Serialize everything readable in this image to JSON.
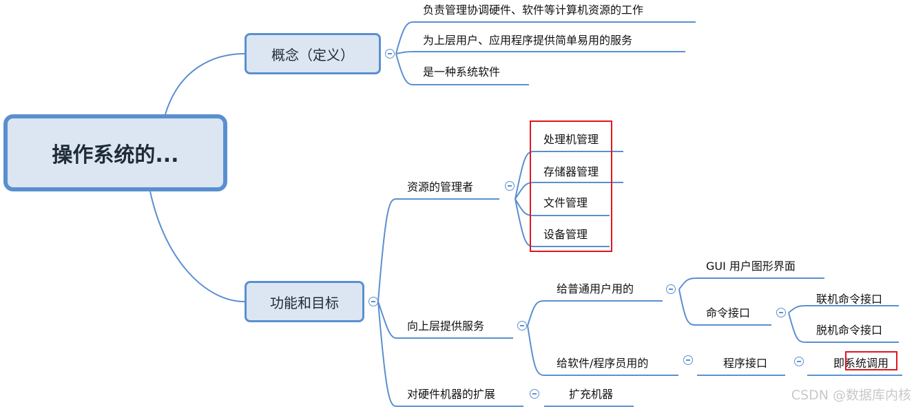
{
  "root": {
    "label": "操作系统的..."
  },
  "concept": {
    "label": "概念（定义）",
    "items": [
      "负责管理协调硬件、软件等计算机资源的工作",
      "为上层用户、应用程序提供简单易用的服务",
      "是一种系统软件"
    ]
  },
  "functions": {
    "label": "功能和目标",
    "resource_manager": {
      "label": "资源的管理者",
      "items": [
        "处理机管理",
        "存储器管理",
        "文件管理",
        "设备管理"
      ]
    },
    "upper_services": {
      "label": "向上层提供服务",
      "ordinary_users": {
        "label": "给普通用户用的",
        "gui": "GUI 用户图形界面",
        "command_interface": {
          "label": "命令接口",
          "items": [
            "联机命令接口",
            "脱机命令接口"
          ]
        }
      },
      "programmers": {
        "label": "给软件/程序员用的",
        "program_interface": {
          "label": "程序接口",
          "syscall_prefix": "即",
          "syscall_text": "系统调用"
        }
      }
    },
    "hardware_extension": {
      "label": "对硬件机器的扩展",
      "item": "扩充机器"
    }
  },
  "colors": {
    "line": "#5a8fcf",
    "node_fill": "#dbe6f2",
    "highlight": "#e0141c",
    "watermark": "#c8c8c8"
  },
  "watermark": "CSDN @数据库内核"
}
